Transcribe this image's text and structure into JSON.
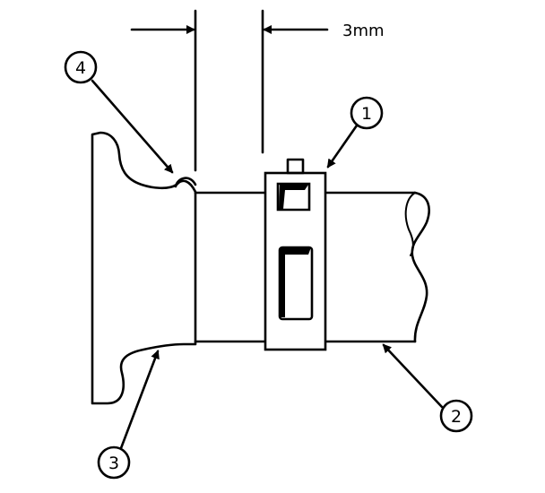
{
  "dimension": {
    "label": "3mm"
  },
  "callouts": [
    {
      "id": "1",
      "label": "1"
    },
    {
      "id": "2",
      "label": "2"
    },
    {
      "id": "3",
      "label": "3"
    },
    {
      "id": "4",
      "label": "4"
    }
  ]
}
